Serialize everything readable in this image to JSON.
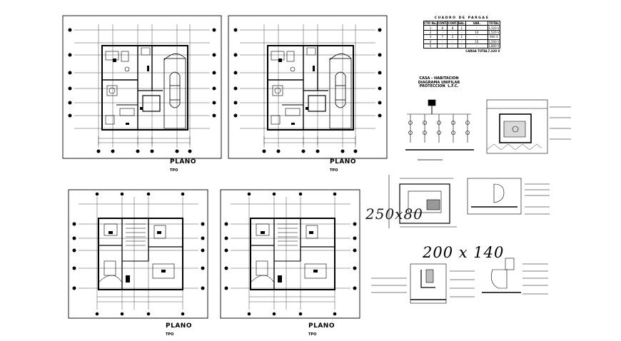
{
  "plans": [
    {
      "label": "PLANO",
      "sub": "TPO"
    },
    {
      "label": "PLANO",
      "sub": "TPO"
    },
    {
      "label": "PLANO",
      "sub": "TPO"
    },
    {
      "label": "PLANO",
      "sub": "TPO"
    }
  ],
  "cuadro": {
    "title": "CUADRO DE PARGAS",
    "columns": [
      "CTO No.",
      "CONT.",
      "CONT.",
      "SAL.",
      "VAR.",
      "TOTAL"
    ],
    "rows": [
      [
        "1",
        "8",
        "8",
        "1",
        "-",
        "1,520 V"
      ],
      [
        "2",
        "-",
        "-",
        "-",
        "14",
        "1,520 V"
      ],
      [
        "3",
        "7",
        "2",
        "1",
        "-",
        "940 V"
      ],
      [
        "4",
        "-",
        "-",
        "-",
        "10",
        "1,500 V"
      ],
      [
        "5",
        "-",
        "-",
        "-",
        "-",
        "1,800 V"
      ]
    ],
    "total_label": "CARGA TOTAL",
    "total_value": "7,320 V"
  },
  "diagram": {
    "title": "CASA - HABITACION\nDIAGRAMA UNIFILAR\nPROTECCION  L.F.C."
  },
  "dimension_text": "200 x 140",
  "dimension_overlay": "250x80"
}
